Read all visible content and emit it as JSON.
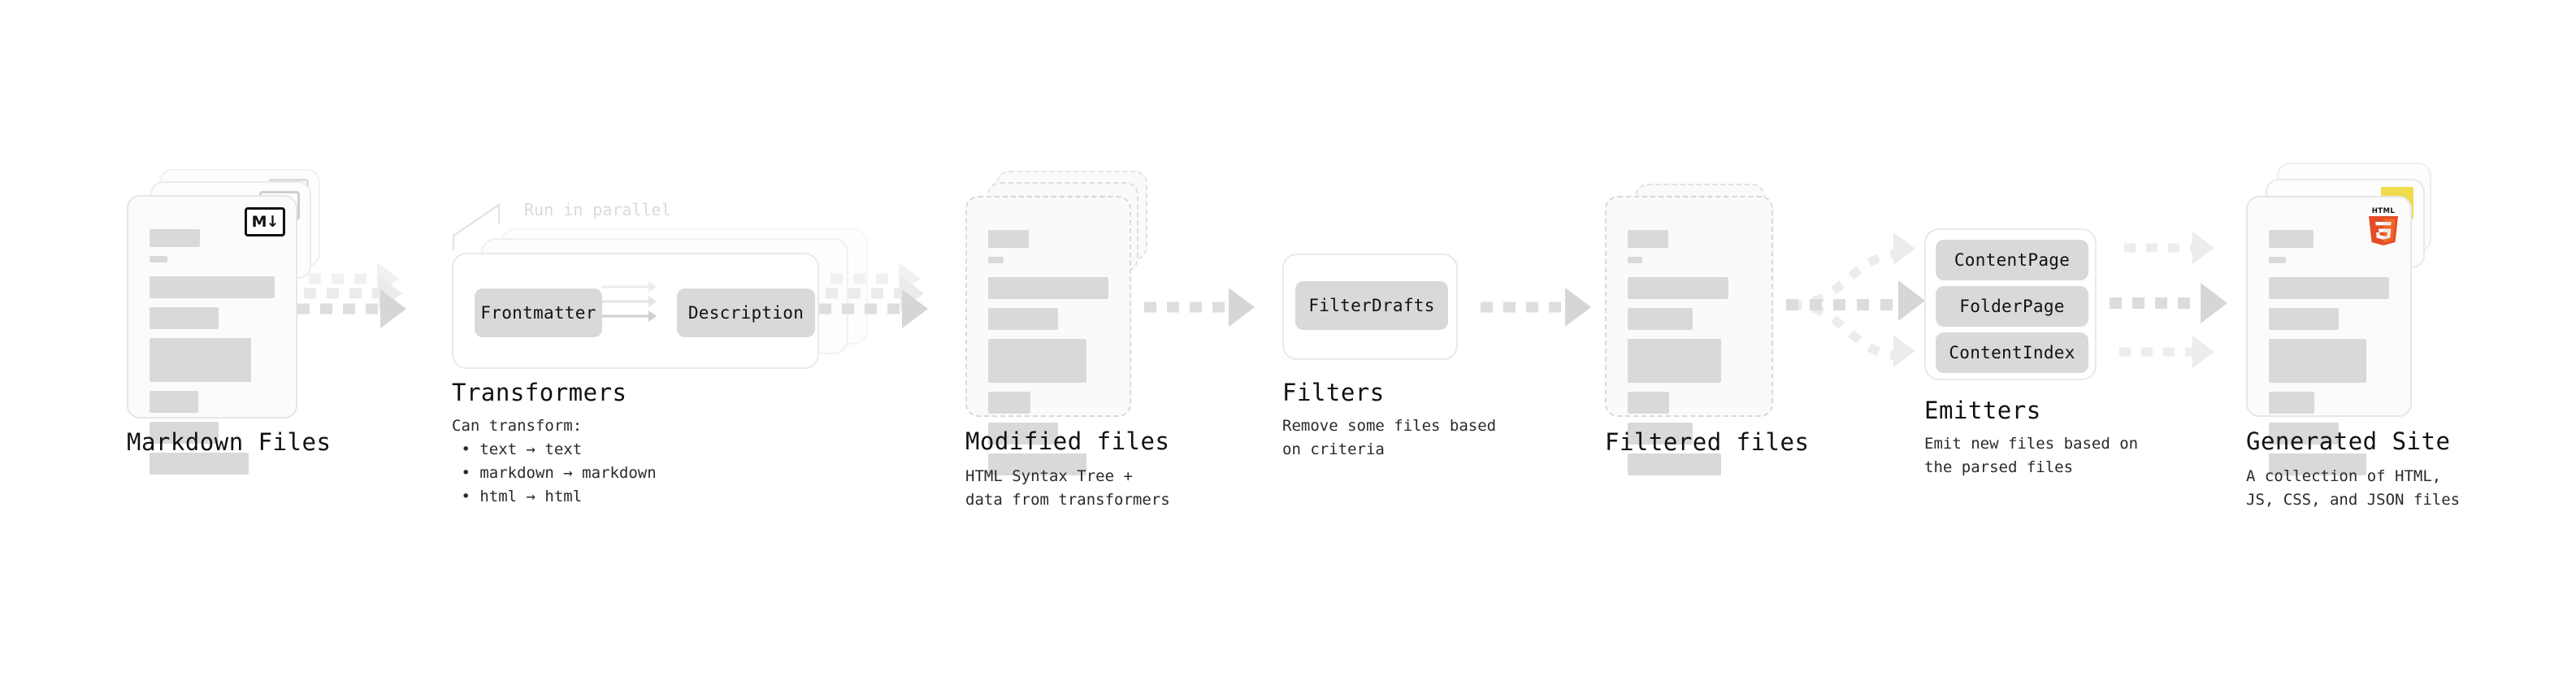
{
  "diagram": {
    "title_font": "monospace",
    "colors": {
      "ink": "#111111",
      "skeleton": "#d9d9d9",
      "card_border": "#e6e6e6",
      "dashed_border": "#d8d8d8",
      "arrow": "#d0d0d0",
      "arrow_ghost": "#ebebeb",
      "annotation": "#dadada",
      "html5_orange": "#e44d26",
      "html5_shield": "#f16529",
      "js_yellow": "#f0db4f",
      "css_blue": "#264de4"
    }
  },
  "stages": [
    {
      "id": "markdown-files",
      "title": "Markdown Files",
      "subtitle": "",
      "badge": "M↓",
      "badge_icon": "markdown-icon",
      "stack_count": 3
    },
    {
      "id": "transformers",
      "title": "Transformers",
      "subtitle": "Can transform:\n • text → text\n • markdown → markdown\n • html → html",
      "annotation": "Run in parallel",
      "chips": [
        "Frontmatter",
        "Description"
      ],
      "stack_count": 3
    },
    {
      "id": "modified-files",
      "title": "Modified files",
      "subtitle": "HTML Syntax Tree +\ndata from transformers",
      "stack_count": 3,
      "dashed": true
    },
    {
      "id": "filters",
      "title": "Filters",
      "subtitle": "Remove some files based\non criteria",
      "chips": [
        "FilterDrafts"
      ]
    },
    {
      "id": "filtered-files",
      "title": "Filtered files",
      "subtitle": "",
      "stack_count": 2,
      "dashed": true
    },
    {
      "id": "emitters",
      "title": "Emitters",
      "subtitle": "Emit new files based on\nthe parsed files",
      "chips": [
        "ContentPage",
        "FolderPage",
        "ContentIndex"
      ]
    },
    {
      "id": "generated-site",
      "title": "Generated Site",
      "subtitle": "A collection of HTML,\nJS, CSS, and JSON files",
      "badges": [
        "css3-icon",
        "javascript-icon",
        "html5-icon"
      ],
      "badge_text": "5",
      "html5_label": "HTML",
      "stack_count": 3
    }
  ],
  "connectors": [
    {
      "id": "md-to-transformers",
      "style": "dashed-stacked",
      "branches": 3
    },
    {
      "id": "transformers-to-modified",
      "style": "dashed-stacked",
      "branches": 3
    },
    {
      "id": "modified-to-filters",
      "style": "dashed",
      "branches": 1
    },
    {
      "id": "filters-to-filtered",
      "style": "dashed",
      "branches": 1
    },
    {
      "id": "filtered-to-emitters",
      "style": "dashed-fanout",
      "branches": 3
    },
    {
      "id": "emitters-to-site",
      "style": "dashed-fanin",
      "branches": 3
    }
  ]
}
